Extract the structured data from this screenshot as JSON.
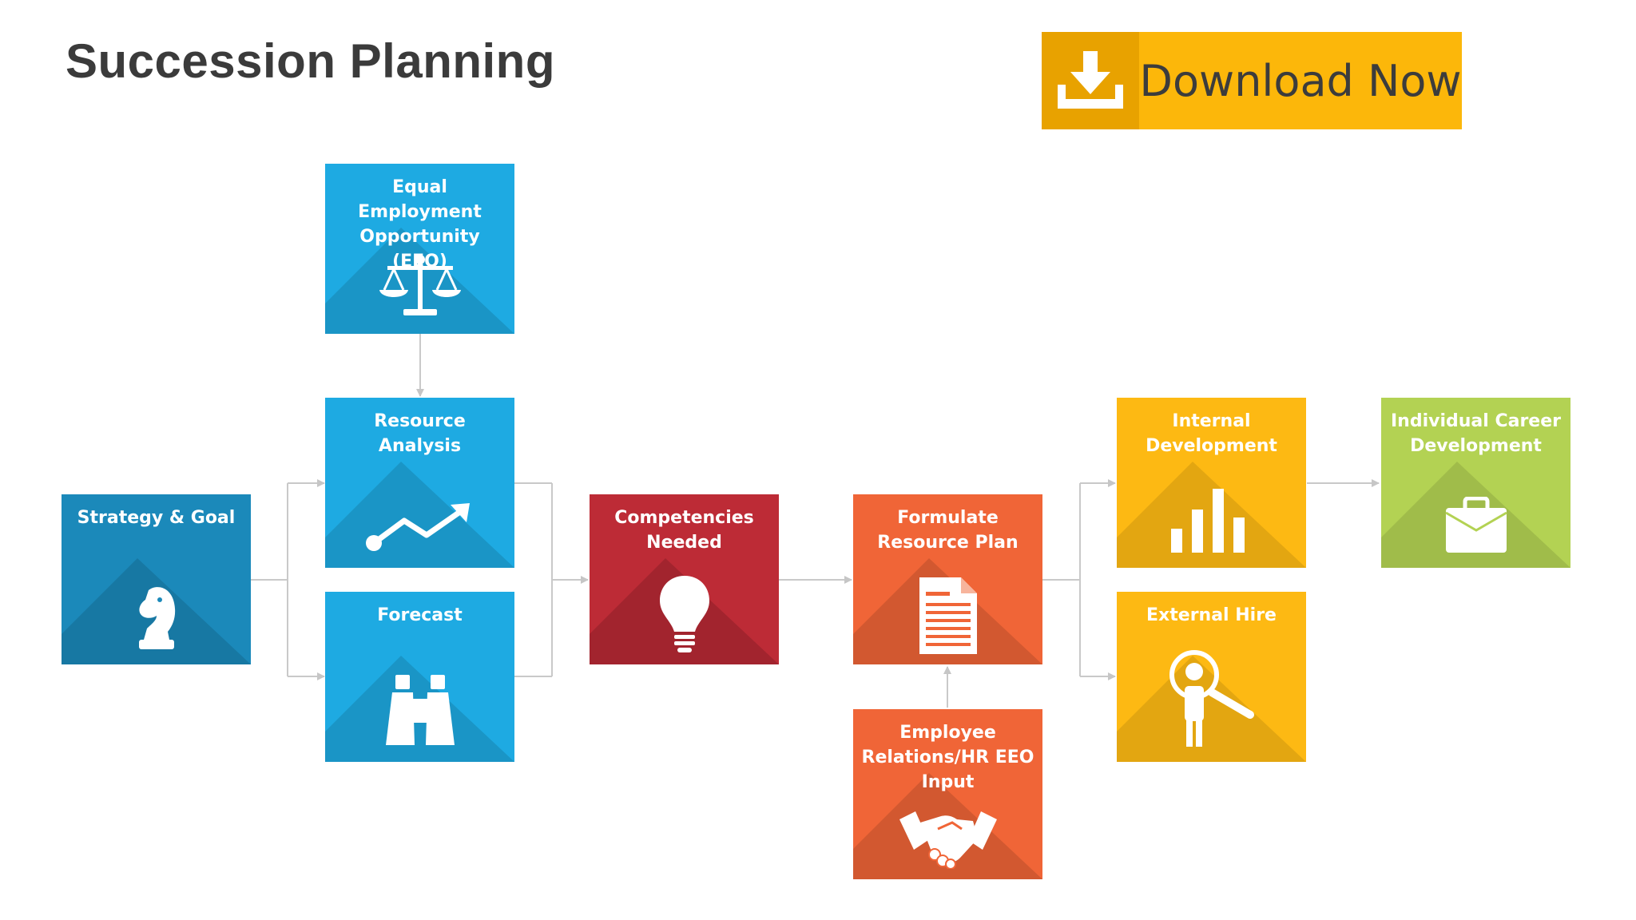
{
  "title": "Succession Planning",
  "download": {
    "label": "Download Now",
    "icon": "download-icon"
  },
  "colors": {
    "dark_blue": "#1b89ba",
    "light_blue": "#1eaae2",
    "red": "#bd2b36",
    "orange": "#f06537",
    "yellow": "#fdb913",
    "green": "#b3d253",
    "download": "#fcb70a"
  },
  "boxes": {
    "strategy": {
      "label": "Strategy & Goal",
      "icon": "chess-knight-icon"
    },
    "eeo": {
      "label": "Equal Employment Opportunity (EEO)",
      "icon": "scales-icon"
    },
    "resource_analysis": {
      "label": "Resource Analysis",
      "icon": "trend-line-icon"
    },
    "forecast": {
      "label": "Forecast",
      "icon": "binoculars-icon"
    },
    "competencies": {
      "label": "Competencies Needed",
      "icon": "lightbulb-icon"
    },
    "formulate": {
      "label": "Formulate Resource Plan",
      "icon": "document-icon"
    },
    "employee_relations": {
      "label": "Employee Relations/HR EEO Input",
      "icon": "handshake-icon"
    },
    "internal_dev": {
      "label": "Internal Development",
      "icon": "bar-chart-icon"
    },
    "external_hire": {
      "label": "External Hire",
      "icon": "person-search-icon"
    },
    "career_dev": {
      "label": "Individual Career Development",
      "icon": "briefcase-icon"
    }
  }
}
